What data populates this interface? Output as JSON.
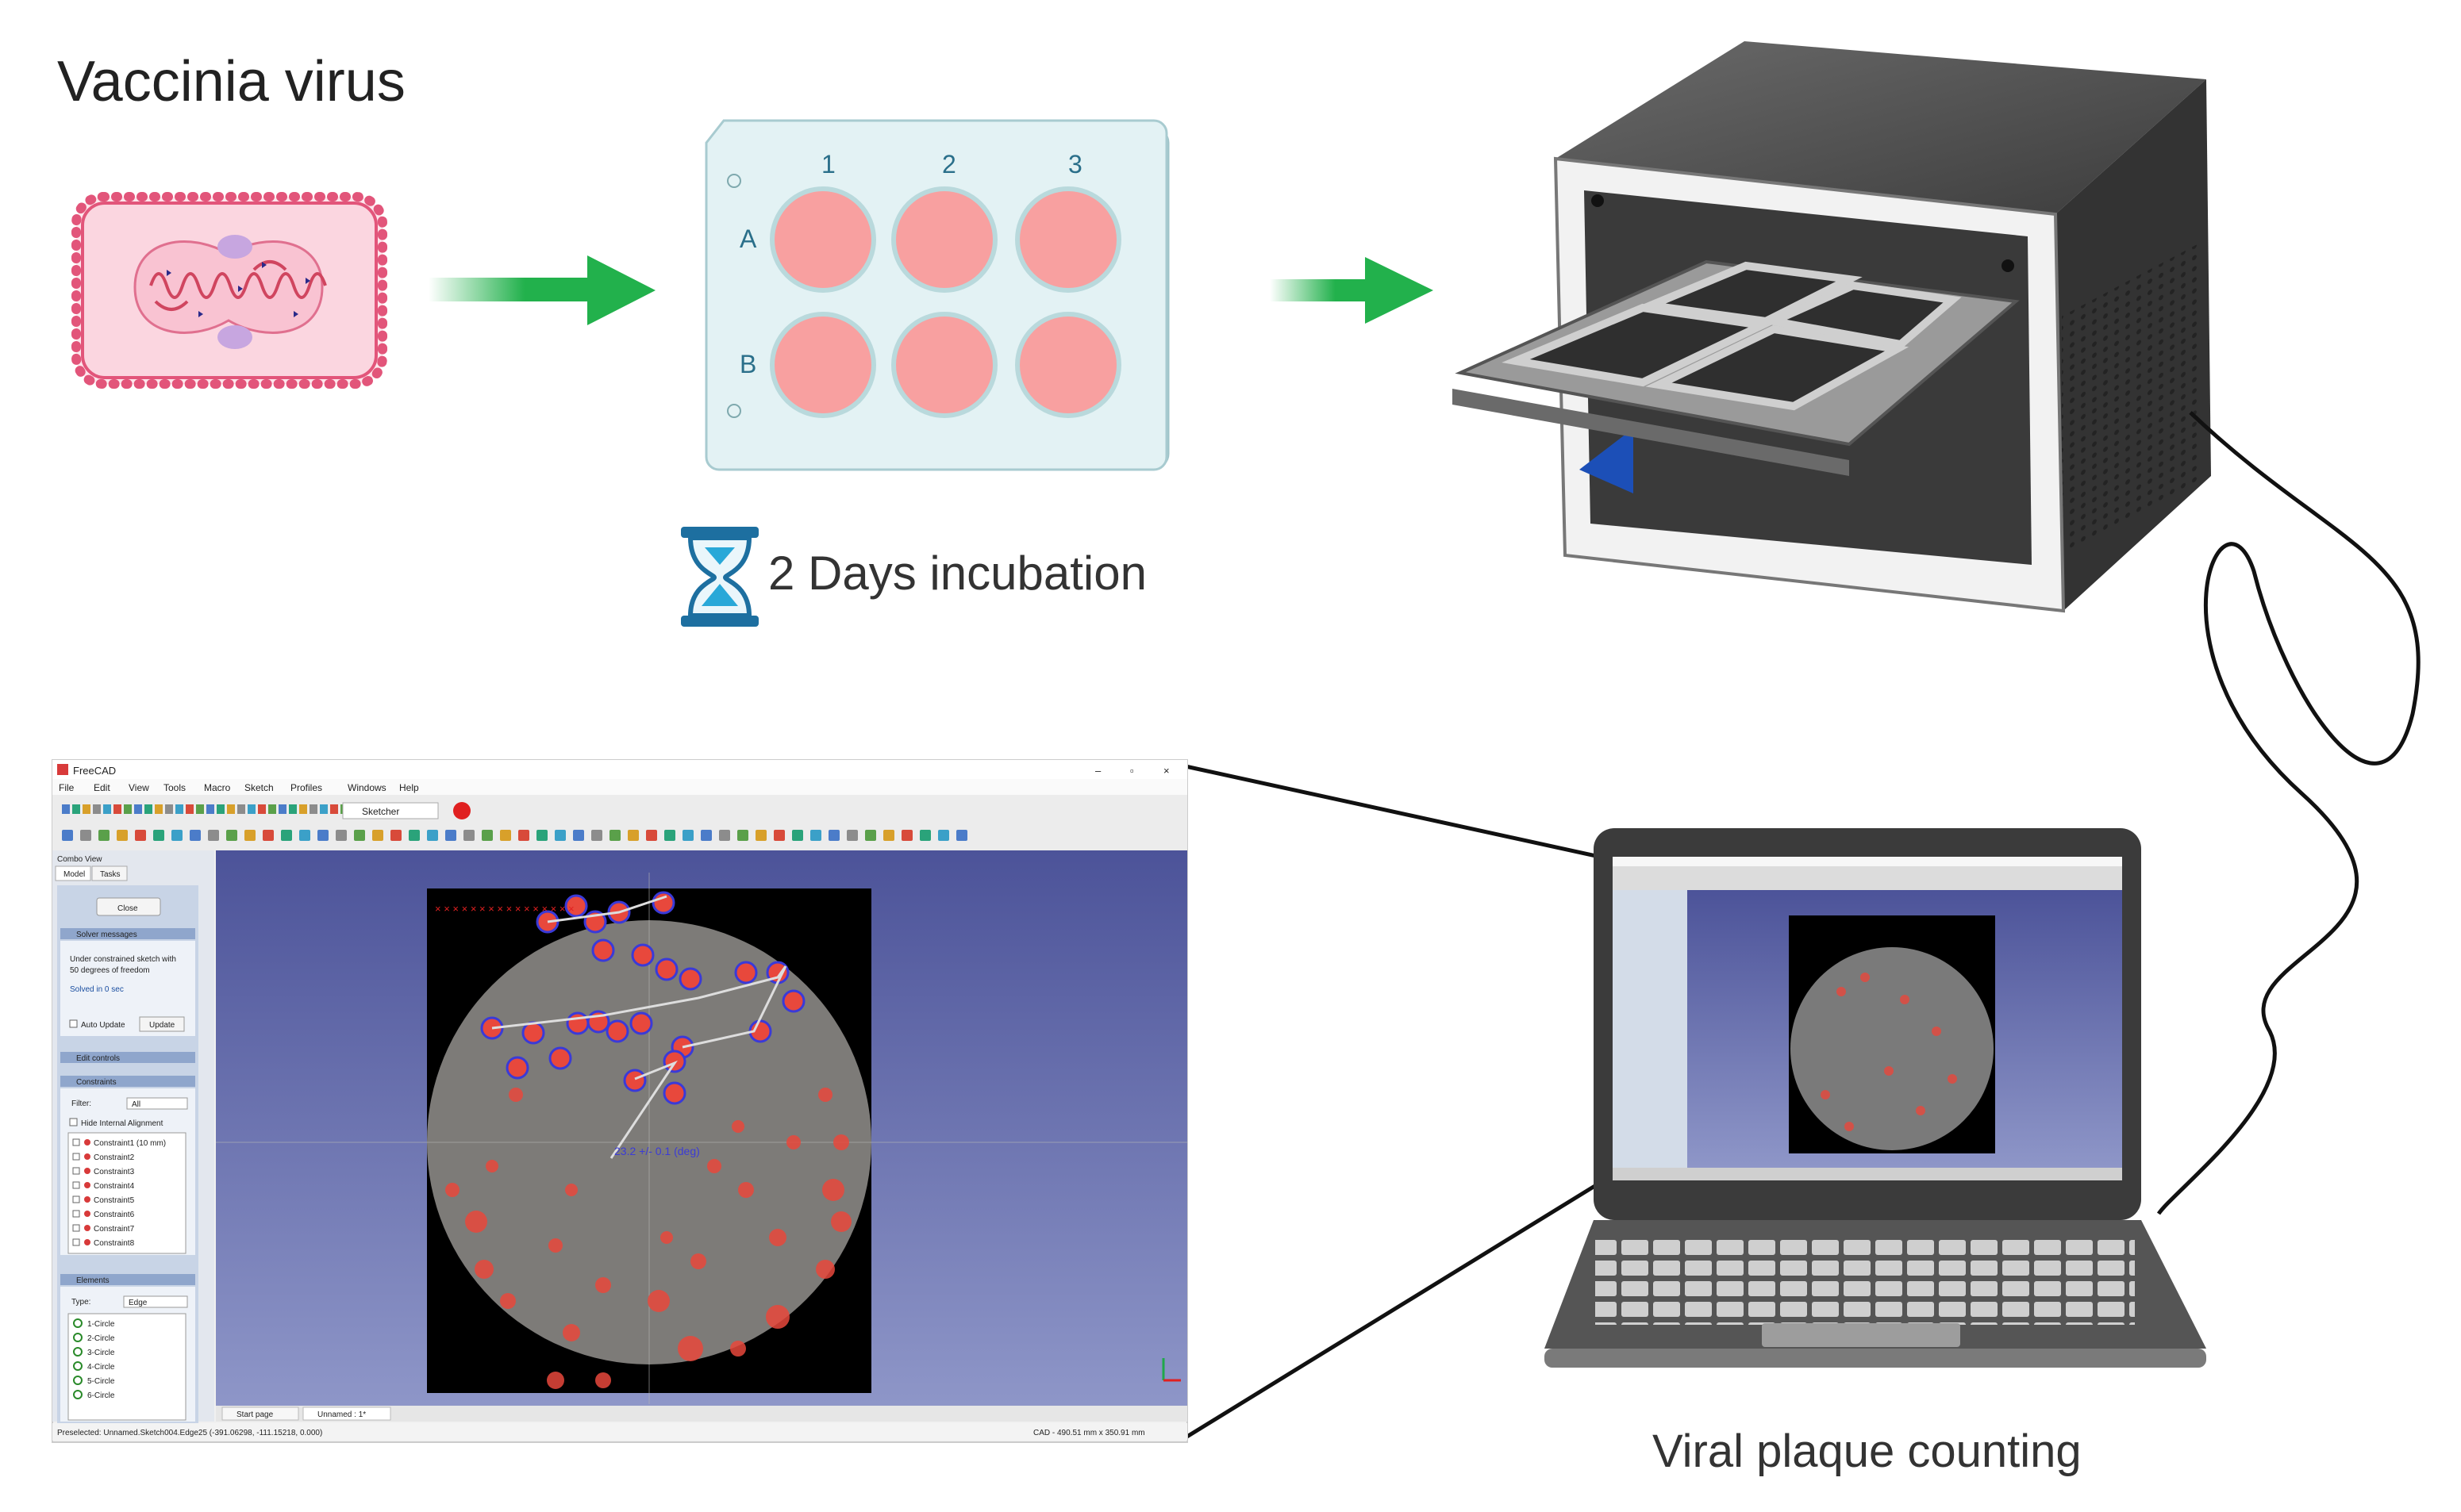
{
  "labels": {
    "virus": "Vaccinia virus",
    "incubation": "2 Days incubation",
    "counting": "Viral plaque counting"
  },
  "plate": {
    "columns": [
      "1",
      "2",
      "3"
    ],
    "rows": [
      "A",
      "B"
    ],
    "well_color": "#f8a0a0"
  },
  "colors": {
    "arrow": "#22b14c",
    "cell_border": "#e2557a",
    "cell_fill": "#fde6ec",
    "nucleus": "#c7a6e0",
    "plate_fill": "#dfeff2",
    "device_body": "#4a4a4a",
    "hourglass": "#1d6fa0",
    "plaque_red": "#e8483c",
    "plaque_outline": "#3a3ad8",
    "freecad_bg": "#5b62a8"
  },
  "screenshot": {
    "app_title": "FreeCAD",
    "menu": [
      "File",
      "Edit",
      "View",
      "Tools",
      "Macro",
      "Sketch",
      "Profiles",
      "Windows",
      "Help"
    ],
    "workbench": "Sketcher",
    "panel_tabs": [
      "Model",
      "Tasks"
    ],
    "panel_header": "Combo View",
    "close_button": "Close",
    "solver_header": "Solver messages",
    "solver_text": [
      "Under constrained sketch with",
      "50 degrees of freedom"
    ],
    "solver_link": "Solved in 0 sec",
    "auto_update": "Auto Update",
    "update_button": "Update",
    "edit_controls": "Edit controls",
    "constraints_header": "Constraints",
    "filter_label": "Filter:",
    "filter_value": "All",
    "hide_internal": "Hide Internal Alignment",
    "constraints": [
      "Constraint1 (10 mm)",
      "Constraint2",
      "Constraint3",
      "Constraint4",
      "Constraint5",
      "Constraint6",
      "Constraint7",
      "Constraint8"
    ],
    "elements_header": "Elements",
    "type_label": "Type:",
    "type_value": "Edge",
    "elements": [
      "1-Circle",
      "2-Circle",
      "3-Circle",
      "4-Circle",
      "5-Circle",
      "6-Circle"
    ],
    "doc_tabs": [
      "Start page",
      "Unnamed : 1*"
    ],
    "status_left": "Preselected: Unnamed.Sketch004.Edge25 (-391.06298, -111.15218, 0.000)",
    "status_right": "CAD  -  490.51 mm x 350.91 mm",
    "annotation": "23.2 +/- 0.1 (deg)"
  }
}
